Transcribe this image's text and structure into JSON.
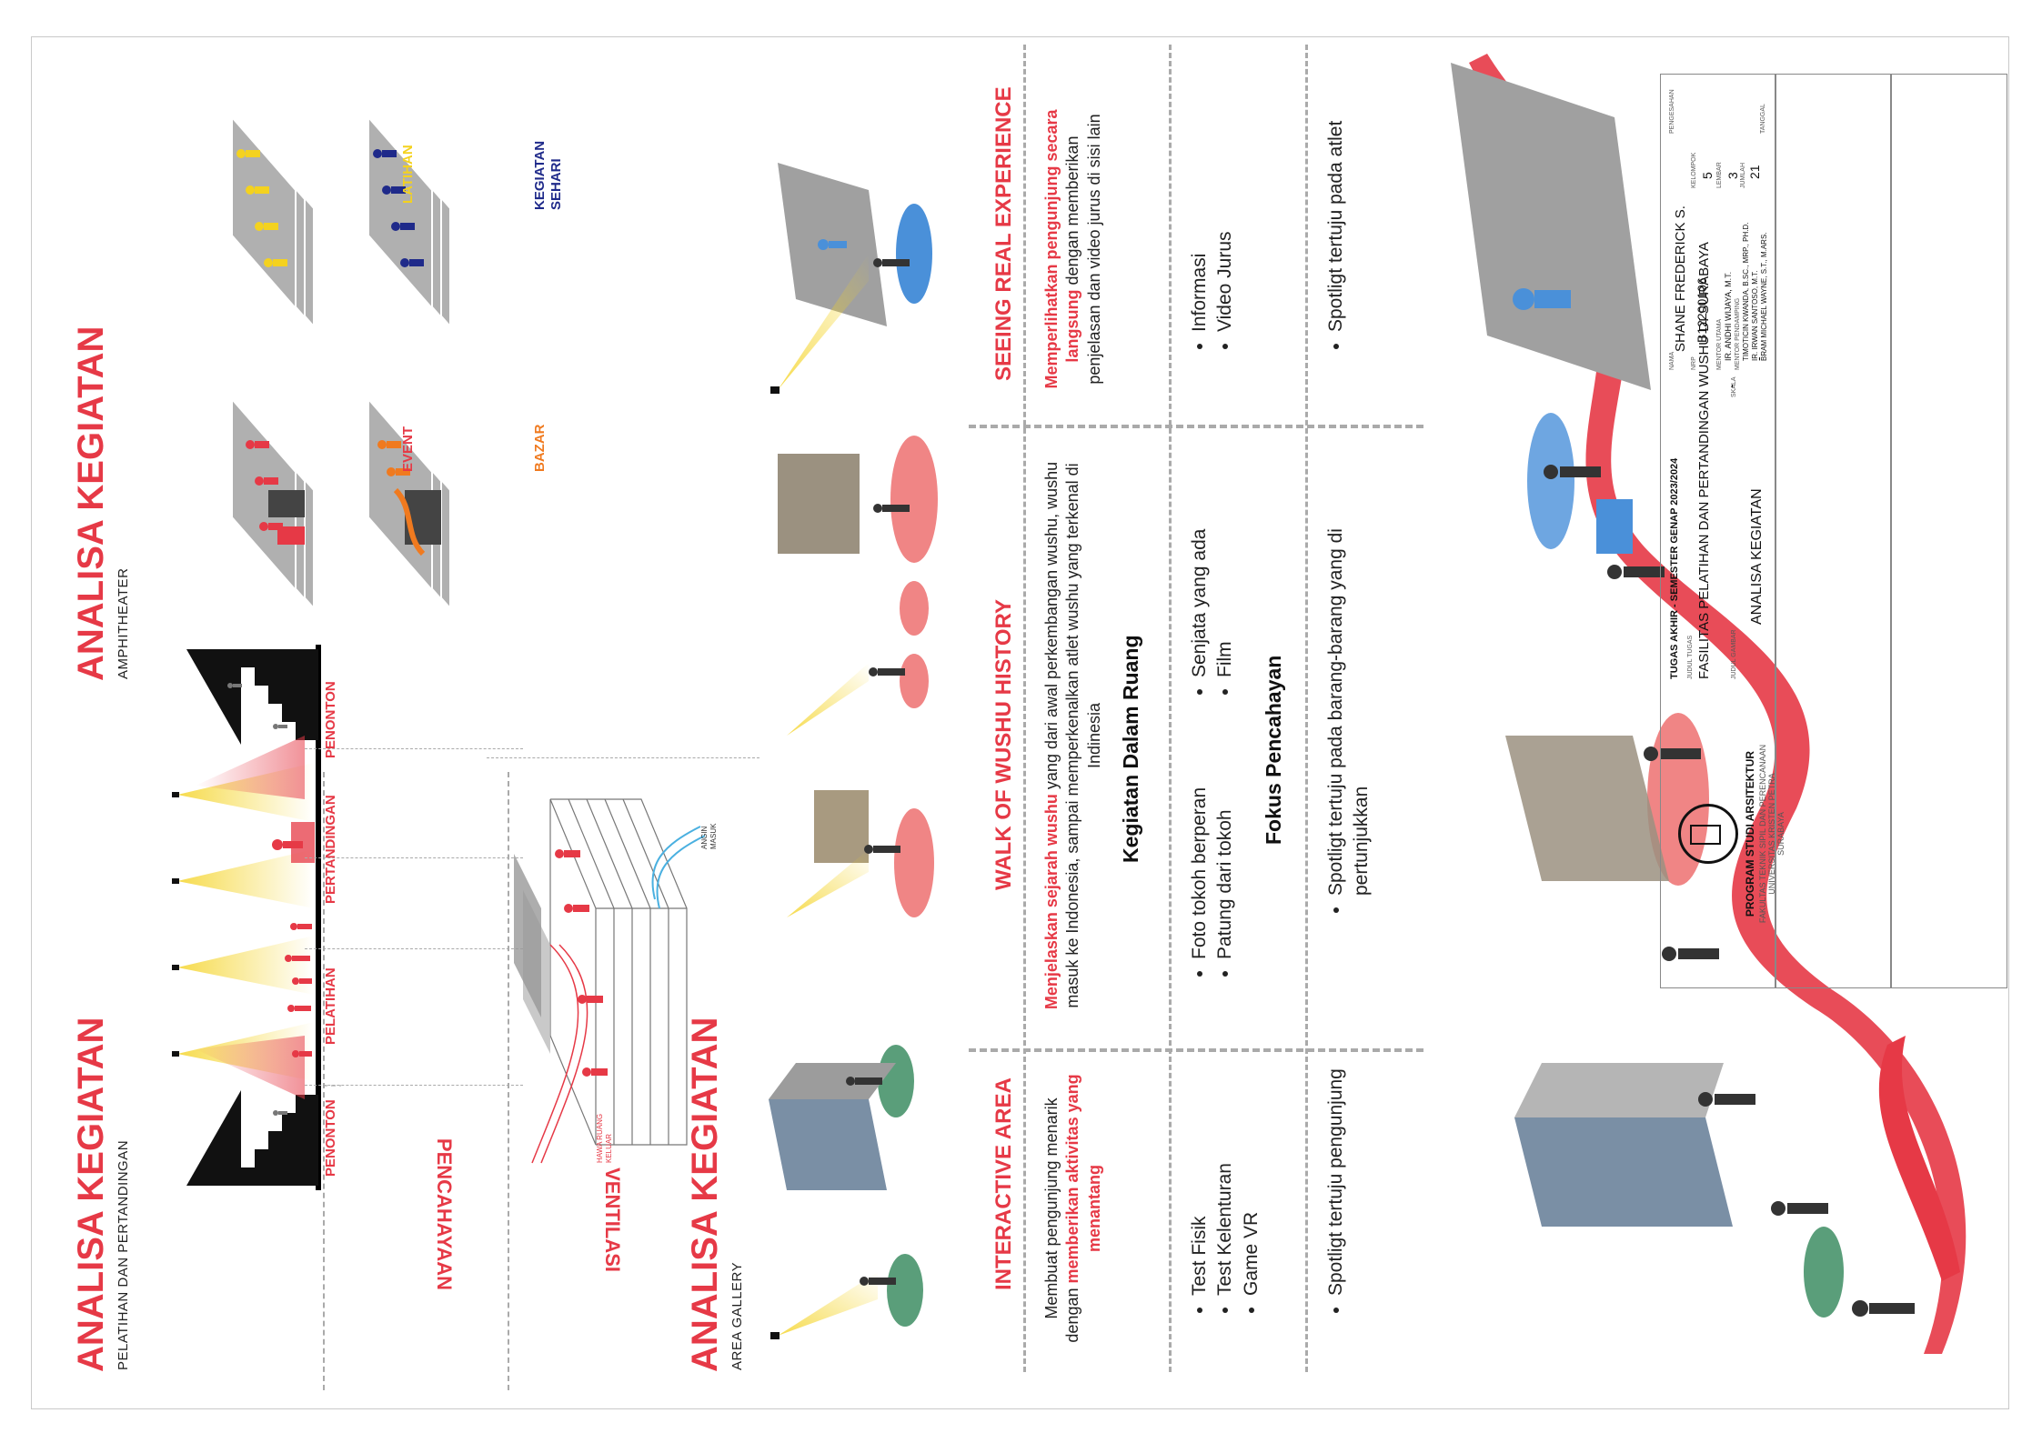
{
  "colors": {
    "accent": "#e63946",
    "yellow": "#f4d21f",
    "navy": "#1f2a8a",
    "orange": "#f07a1f",
    "green": "#5a9e7a",
    "blue": "#4a90d9",
    "gray": "#9c9c9c"
  },
  "top_left": {
    "title": "ANALISA KEGIATAN",
    "subtitle": "PELATIHAN DAN PERTANDINGAN",
    "row_labels": [
      "PENCAHAYAAN",
      "VENTILASI"
    ],
    "zones": [
      "PENONTON",
      "PELATIHAN",
      "PERTANDINGAN",
      "PENONTON"
    ],
    "vent_labels": {
      "in": "ANGIN MASUK",
      "out": "HAWA RUANG KELUAR"
    }
  },
  "top_right": {
    "title": "ANALISA KEGIATAN",
    "subtitle": "AMPHITHEATER",
    "activities": [
      {
        "label": "EVENT",
        "color": "#e63946",
        "icon": "event-platform"
      },
      {
        "label": "LATIHAN",
        "color": "#f4d21f",
        "icon": "training-platform"
      },
      {
        "label": "BAZAR",
        "color": "#f07a1f",
        "icon": "bazaar-platform"
      },
      {
        "label": "KEGIATAN SEHARI",
        "color": "#1f2a8a",
        "icon": "daily-platform"
      }
    ]
  },
  "gallery": {
    "title": "ANALISA KEGIATAN",
    "subtitle": "AREA GALLERY",
    "sections": [
      {
        "title": "INTERACTIVE AREA",
        "desc_pre": "Membuat pengunjung menarik dengan ",
        "desc_em": "memberikan aktivitas yang menantang",
        "desc_post": "",
        "activities": [
          "Test Fisik",
          "Test Kelenturan",
          "Game VR"
        ],
        "lighting": [
          "Spotligt tertuju pengunjung"
        ]
      },
      {
        "title": "WALK OF WUSHU HISTORY",
        "desc_pre": "",
        "desc_em": "Menjelaskan sejarah wushu",
        "desc_post": " yang dari awal perkembangan wushu, wushu masuk ke Indonesia, sampai memperkenalkan atlet wushu yang terkenal di Indinesia",
        "activities_col1": [
          "Foto tokoh berperan",
          "Patung dari tokoh"
        ],
        "activities_col2": [
          "Senjata yang ada",
          "Film"
        ],
        "lighting": [
          "Spotligt tertuju pada barang-barang yang di pertunjukkan"
        ]
      },
      {
        "title": "SEEING REAL EXPERIENCE",
        "desc_pre": "",
        "desc_em": "Memperlihatkan pengunjung secara langsung",
        "desc_post": " dengan memberikan penjelasan dan video jurus di sisi lain",
        "activities": [
          "Informasi",
          "Video Jurus"
        ],
        "lighting": [
          "Spotligt tertuju pada atlet"
        ]
      }
    ],
    "heading_activities": "Kegiatan Dalam Ruang",
    "heading_lighting": "Fokus Pencahayan"
  },
  "title_block": {
    "program": "PROGRAM STUDI ARSITEKTUR",
    "faculty": "FAKULTAS TEKNIK SIPIL DAN PERENCANAAN",
    "university": "UNIVERSITAS KRISTEN PETRA",
    "city": "SURABAYA",
    "logo_text": "UNIVERSITAS KRISTEN PETRA",
    "course": "TUGAS AKHIR - SEMESTER GENAP 2023/2024",
    "judul_tugas_label": "JUDUL TUGAS",
    "judul_tugas": "FASILITAS PELATIHAN DAN PERTANDINGAN WUSHU DI SURABAYA",
    "judul_gambar_label": "JUDUL GAMBAR",
    "judul_gambar": "ANALISA KEGIATAN",
    "skala_label": "SKALA",
    "skala": "-",
    "skala2": "-",
    "nama_label": "NAMA",
    "nama": "SHANE FREDERICK S.",
    "nrp_label": "NRP",
    "nrp": "B12200106",
    "kelompok_label": "KELOMPOK",
    "kelompok": "5",
    "mentor_utama_label": "MENTOR UTAMA",
    "mentor_utama": "IR. ANDHI WIJAYA, M.T.",
    "mentor_pendamping_label": "MENTOR PENDAMPING",
    "mentor_pendamping": [
      "TIMOTICIN KWANDA, B.SC., MRP., PH.D.",
      "IR. IRWAN SANTOSO, M.T.",
      "BRAM MICHAEL WAYNE, S.T., M.ARS."
    ],
    "lembar_label": "LEMBAR",
    "lembar": "3",
    "jumlah_label": "JUMLAH",
    "jumlah": "21",
    "tanggal_label": "TANGGAL",
    "pengesahan_label": "PENGESAHAN"
  }
}
